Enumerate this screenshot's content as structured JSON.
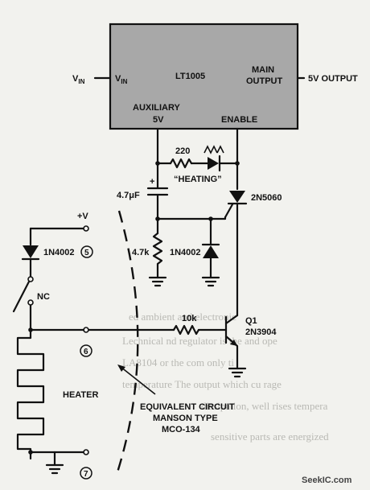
{
  "ic": {
    "name": "LT1005",
    "vin_external": "V",
    "vin_internal": "V",
    "vin_subscript": "IN",
    "main_output_line1": "MAIN",
    "main_output_line2": "OUTPUT",
    "output_label": "5V OUTPUT",
    "aux_line1": "AUXILIARY",
    "aux_line2": "5V",
    "enable": "ENABLE",
    "fill_color": "#a8a8a8"
  },
  "components": {
    "r_220": "220",
    "heating_label": "“HEATING”",
    "cap": "4.7μF",
    "cap_plus": "+",
    "scr": "2N5060",
    "r_4k7": "4.7k",
    "diode_mid": "1N4002",
    "diode_left": "1N4002",
    "plus_v": "+V",
    "nc": "NC",
    "r_10k": "10k",
    "q1_line1": "Q1",
    "q1_line2": "2N3904",
    "heater": "HEATER"
  },
  "pins": {
    "p5": "5",
    "p6": "6",
    "p7": "7"
  },
  "caption": {
    "line1": "EQUIVALENT CIRCUIT",
    "line2": "MANSON TYPE",
    "line3": "MCO-134"
  },
  "background_text": [
    "ed ambient and electronic",
    "Lechnical nd regulator is the and ope",
    "LA8104 or the com only ti",
    "temperature The output which cu rage",
    "dissipation, well rises tempera",
    "sensitive parts are energized"
  ],
  "watermark": "SeekIC.com"
}
